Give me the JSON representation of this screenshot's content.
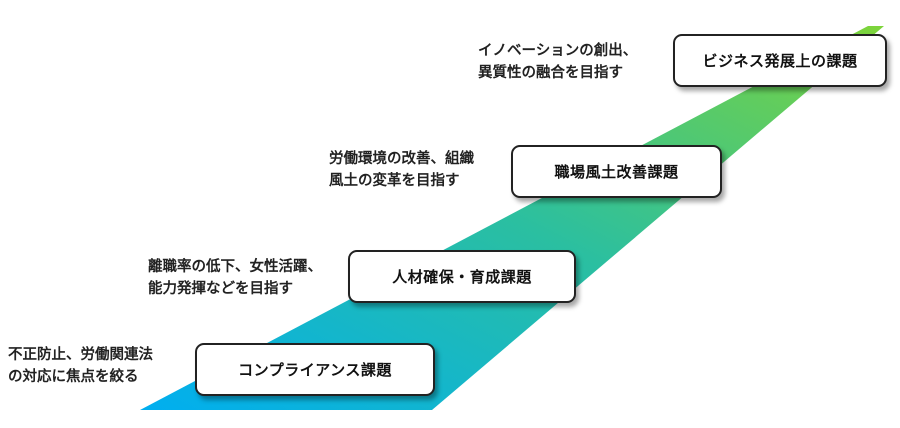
{
  "colors": {
    "ramp_start": "#00aef0",
    "ramp_mid": "#2bbfa0",
    "ramp_end": "#7ed43a",
    "box_border": "#222222",
    "box_fill": "#ffffff"
  },
  "stages": [
    {
      "title": "コンプライアンス課題",
      "description": [
        "不正防止、労働関連法",
        "の対応に焦点を絞る"
      ]
    },
    {
      "title": "人材確保・育成課題",
      "description": [
        "離職率の低下、女性活躍、",
        "能力発揮などを目指す"
      ]
    },
    {
      "title": "職場風土改善課題",
      "description": [
        "労働環境の改善、組織",
        "風土の変革を目指す"
      ]
    },
    {
      "title": "ビジネス発展上の課題",
      "description": [
        "イノベーションの創出、",
        "異質性の融合を目指す"
      ]
    }
  ]
}
